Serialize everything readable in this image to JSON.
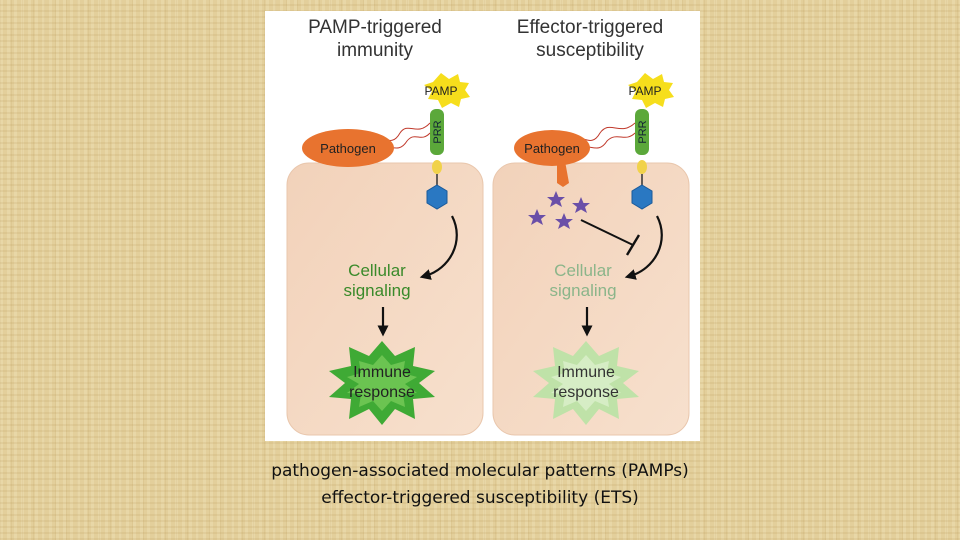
{
  "left_panel": {
    "title_line1": "PAMP-triggered",
    "title_line2": "immunity",
    "pamp_label": "PAMP",
    "prr_label": "PRR",
    "pathogen_label": "Pathogen",
    "signaling_line1": "Cellular",
    "signaling_line2": "signaling",
    "response_line1": "Immune",
    "response_line2": "response"
  },
  "right_panel": {
    "title_line1": "Effector-triggered",
    "title_line2": "susceptibility",
    "pamp_label": "PAMP",
    "prr_label": "PRR",
    "pathogen_label": "Pathogen",
    "signaling_line1": "Cellular",
    "signaling_line2": "signaling",
    "response_line1": "Immune",
    "response_line2": "response"
  },
  "colors": {
    "cell_fill": "#f4d7c0",
    "pathogen": "#e8732f",
    "pamp_burst": "#f6de1c",
    "prr_green": "#5ba83a",
    "receptor_blue": "#2a78c2",
    "signaling_text_active": "#3a8a2a",
    "signaling_text_dim": "#8bb58a",
    "response_active": "#3faa35",
    "response_dim": "#bfe2a8",
    "effector_star": "#6a4fa8"
  },
  "caption": {
    "line1": "pathogen-associated molecular patterns (PAMPs)",
    "line2": "effector-triggered susceptibility (ETS)"
  }
}
